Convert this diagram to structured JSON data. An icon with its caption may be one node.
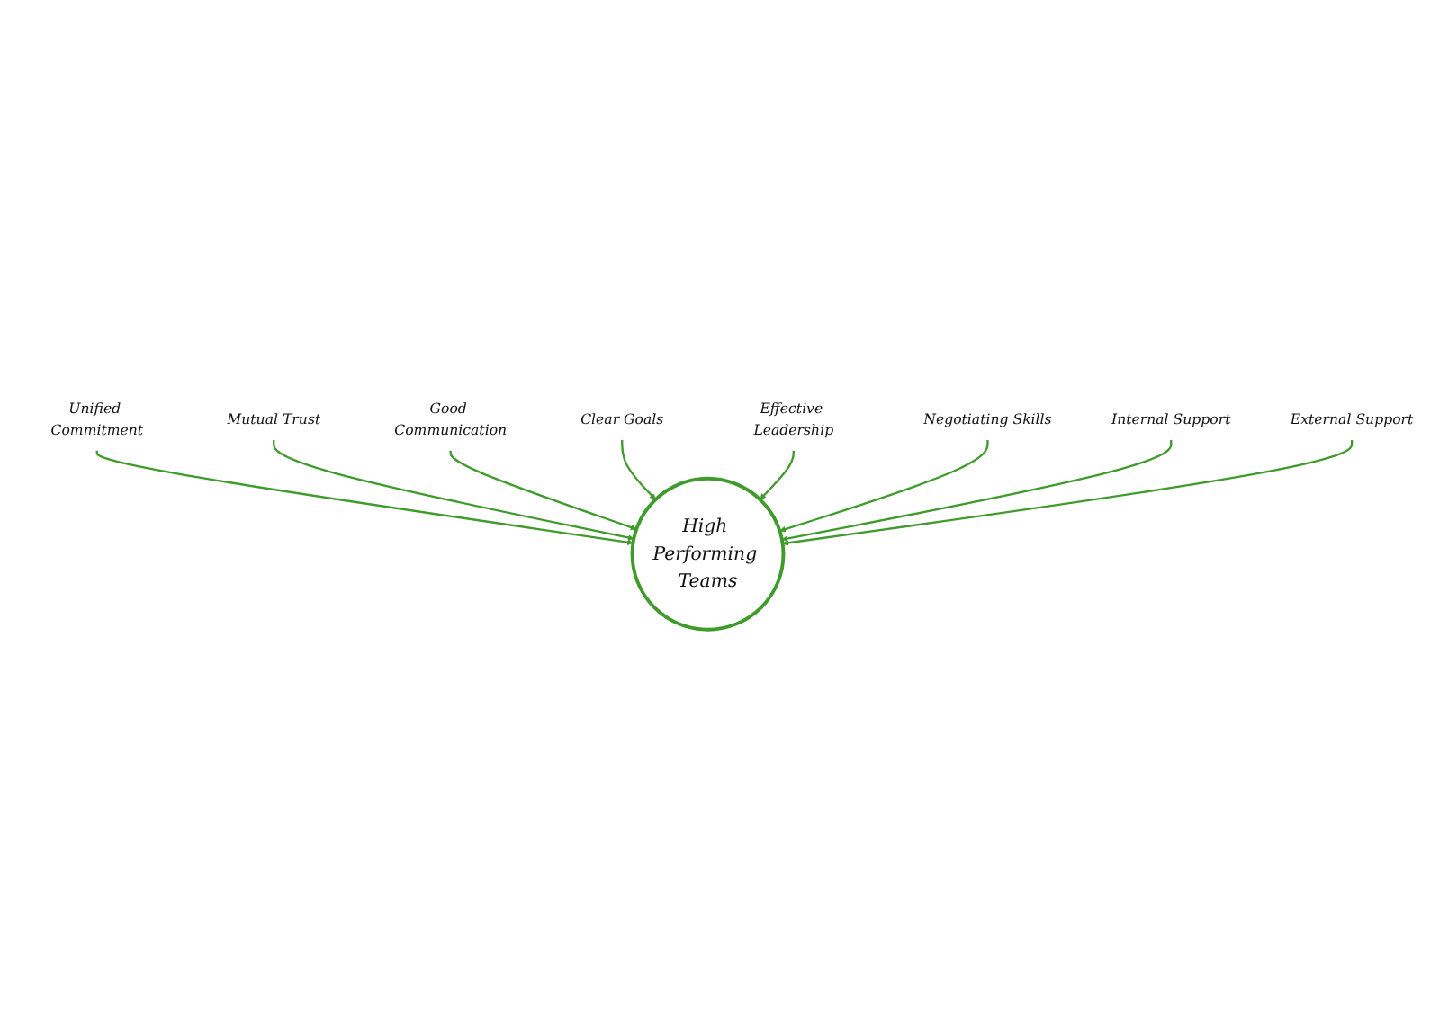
{
  "diagram": {
    "nodes": [
      {
        "text": [
          "High Performing Teams"
        ]
      },
      {
        "text": [
          "Unified Commitment"
        ]
      },
      {
        "text": [
          "Mutual Trust"
        ]
      },
      {
        "text": [
          "Good Communication"
        ]
      },
      {
        "text": [
          "Clear Goals"
        ]
      },
      {
        "text": [
          "Effective Leadership"
        ]
      },
      {
        "text": [
          "Negotiating Skills"
        ]
      },
      {
        "text": [
          "Internal Support"
        ]
      },
      {
        "text": [
          "External Support"
        ]
      }
    ],
    "edges": [
      {
        "from": 1,
        "to": 0,
        "arrow": "to"
      },
      {
        "from": 2,
        "to": 0,
        "arrow": "to"
      },
      {
        "from": 3,
        "to": 0,
        "arrow": "to"
      },
      {
        "from": 4,
        "to": 0,
        "arrow": "to"
      },
      {
        "from": 5,
        "to": 0,
        "arrow": "to"
      },
      {
        "from": 6,
        "to": 0,
        "arrow": "to"
      },
      {
        "from": 7,
        "to": 0,
        "arrow": "to"
      },
      {
        "from": 8,
        "to": 0,
        "arrow": "to"
      }
    ]
  }
}
